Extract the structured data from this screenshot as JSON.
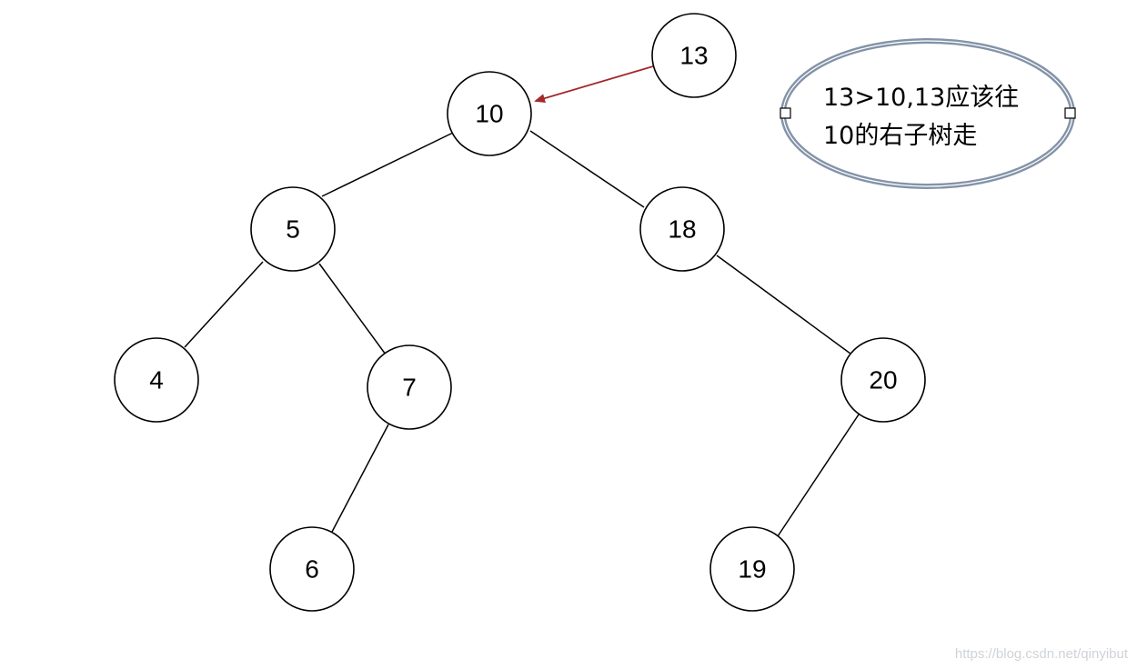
{
  "diagram": {
    "nodes": [
      {
        "id": "n13",
        "label": "13"
      },
      {
        "id": "n10",
        "label": "10"
      },
      {
        "id": "n5",
        "label": "5"
      },
      {
        "id": "n18",
        "label": "18"
      },
      {
        "id": "n4",
        "label": "4"
      },
      {
        "id": "n7",
        "label": "7"
      },
      {
        "id": "n20",
        "label": "20"
      },
      {
        "id": "n6",
        "label": "6"
      },
      {
        "id": "n19",
        "label": "19"
      }
    ],
    "edges": [
      {
        "from": "10",
        "to": "5"
      },
      {
        "from": "10",
        "to": "18"
      },
      {
        "from": "5",
        "to": "4"
      },
      {
        "from": "5",
        "to": "7"
      },
      {
        "from": "7",
        "to": "6"
      },
      {
        "from": "18",
        "to": "20"
      },
      {
        "from": "20",
        "to": "19"
      }
    ],
    "arrow": {
      "from": "13",
      "to": "10",
      "color": "#a5282a"
    },
    "note": {
      "lines": [
        "13>10,13应该往",
        "10的右子树走"
      ],
      "border_color": "#8393a7"
    }
  },
  "watermark": "https://blog.csdn.net/qinyibut"
}
